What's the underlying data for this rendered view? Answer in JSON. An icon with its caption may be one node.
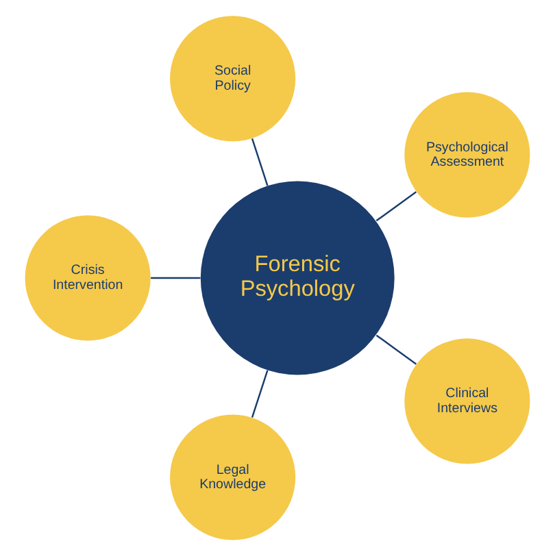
{
  "diagram": {
    "nodes": [
      {
        "text": [
          "Psychological Assessment"
        ]
      },
      {
        "text": [
          "Social Policy"
        ]
      },
      {
        "text": [
          "Crisis Intervention"
        ]
      },
      {
        "text": [
          "Forensic Psychology"
        ]
      },
      {
        "text": [
          "Legal Knowledge"
        ]
      },
      {
        "text": [
          "Clinical Interviews"
        ]
      }
    ],
    "edges": [
      {
        "from": 3,
        "to": 0,
        "arrow": "none"
      },
      {
        "from": 3,
        "to": 1,
        "arrow": "none"
      },
      {
        "from": 3,
        "to": 2,
        "arrow": "none"
      },
      {
        "from": 3,
        "to": 4,
        "arrow": "none"
      },
      {
        "from": 3,
        "to": 5,
        "arrow": "none"
      }
    ]
  }
}
